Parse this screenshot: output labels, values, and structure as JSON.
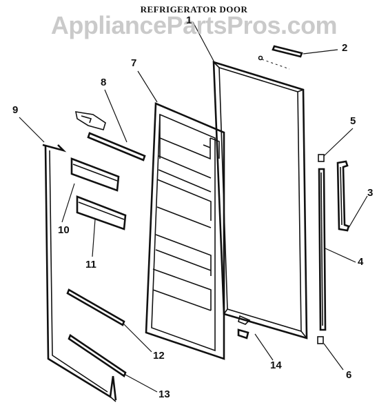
{
  "diagram": {
    "title": "REFRIGERATOR DOOR",
    "watermark": "AppliancePartsPros.com"
  },
  "callouts": [
    "1",
    "2",
    "3",
    "4",
    "5",
    "6",
    "7",
    "8",
    "9",
    "10",
    "11",
    "12",
    "13",
    "14"
  ]
}
